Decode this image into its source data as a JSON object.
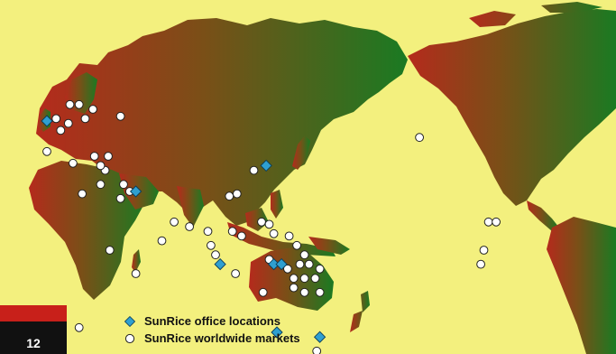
{
  "colors": {
    "background": "#f3f07e",
    "land_west": "#b52a1c",
    "land_mid": "#7a4f17",
    "land_east": "#1a7a22",
    "office_marker": "#2f9fd0",
    "market_marker": "#ffffff",
    "page_tab_red": "#c8201a",
    "page_tab_black": "#111111"
  },
  "legend": {
    "office": {
      "label": "SunRice office locations",
      "icon": "diamond-icon"
    },
    "market": {
      "label": "SunRice worldwide markets",
      "icon": "circle-icon"
    }
  },
  "page_number": "12",
  "markers": {
    "offices": [
      {
        "lon": -3,
        "lat": 55
      },
      {
        "lon": 55,
        "lat": 25
      },
      {
        "lon": 140,
        "lat": 36
      },
      {
        "lon": 110,
        "lat": -6
      },
      {
        "lon": 145,
        "lat": -6
      },
      {
        "lon": 150,
        "lat": -6
      },
      {
        "lon": 147,
        "lat": -35
      },
      {
        "lon": 175,
        "lat": -37
      }
    ],
    "markets": [
      {
        "lon": 12,
        "lat": 62
      },
      {
        "lon": 18,
        "lat": 62
      },
      {
        "lon": 3,
        "lat": 56
      },
      {
        "lon": 27,
        "lat": 60
      },
      {
        "lon": 22,
        "lat": 56
      },
      {
        "lon": 11,
        "lat": 54
      },
      {
        "lon": 6,
        "lat": 51
      },
      {
        "lon": 45,
        "lat": 57
      },
      {
        "lon": -3,
        "lat": 42
      },
      {
        "lon": 14,
        "lat": 37
      },
      {
        "lon": 28,
        "lat": 40
      },
      {
        "lon": 35,
        "lat": 34
      },
      {
        "lon": 37,
        "lat": 40
      },
      {
        "lon": 32,
        "lat": 36
      },
      {
        "lon": 32,
        "lat": 28
      },
      {
        "lon": 20,
        "lat": 24
      },
      {
        "lon": 47,
        "lat": 28
      },
      {
        "lon": 51,
        "lat": 25
      },
      {
        "lon": 45,
        "lat": 22
      },
      {
        "lon": 132,
        "lat": 34
      },
      {
        "lon": 121,
        "lat": 24
      },
      {
        "lon": 116,
        "lat": 23
      },
      {
        "lon": 80,
        "lat": 12
      },
      {
        "lon": 90,
        "lat": 10
      },
      {
        "lon": 72,
        "lat": 4
      },
      {
        "lon": 102,
        "lat": 8
      },
      {
        "lon": 118,
        "lat": 8
      },
      {
        "lon": 124,
        "lat": 6
      },
      {
        "lon": 104,
        "lat": 2
      },
      {
        "lon": 107,
        "lat": -2
      },
      {
        "lon": 137,
        "lat": 12
      },
      {
        "lon": 142,
        "lat": 11
      },
      {
        "lon": 145,
        "lat": 7
      },
      {
        "lon": 155,
        "lat": 6
      },
      {
        "lon": 160,
        "lat": 2
      },
      {
        "lon": 165,
        "lat": -2
      },
      {
        "lon": 162,
        "lat": -6
      },
      {
        "lon": 168,
        "lat": -6
      },
      {
        "lon": 175,
        "lat": -8
      },
      {
        "lon": 154,
        "lat": -8
      },
      {
        "lon": 158,
        "lat": -12
      },
      {
        "lon": 165,
        "lat": -12
      },
      {
        "lon": 172,
        "lat": -12
      },
      {
        "lon": 158,
        "lat": -16
      },
      {
        "lon": 165,
        "lat": -18
      },
      {
        "lon": 175,
        "lat": -18
      },
      {
        "lon": 142,
        "lat": -4
      },
      {
        "lon": 120,
        "lat": -10
      },
      {
        "lon": 138,
        "lat": -18
      },
      {
        "lon": 38,
        "lat": 0
      },
      {
        "lon": 55,
        "lat": -10
      },
      {
        "lon": 18,
        "lat": -33
      },
      {
        "lon": 173,
        "lat": -43
      },
      {
        "lon": -120,
        "lat": 48
      },
      {
        "lon": -75,
        "lat": 12
      },
      {
        "lon": -70,
        "lat": 12
      },
      {
        "lon": -78,
        "lat": 0
      },
      {
        "lon": -80,
        "lat": -6
      }
    ]
  }
}
